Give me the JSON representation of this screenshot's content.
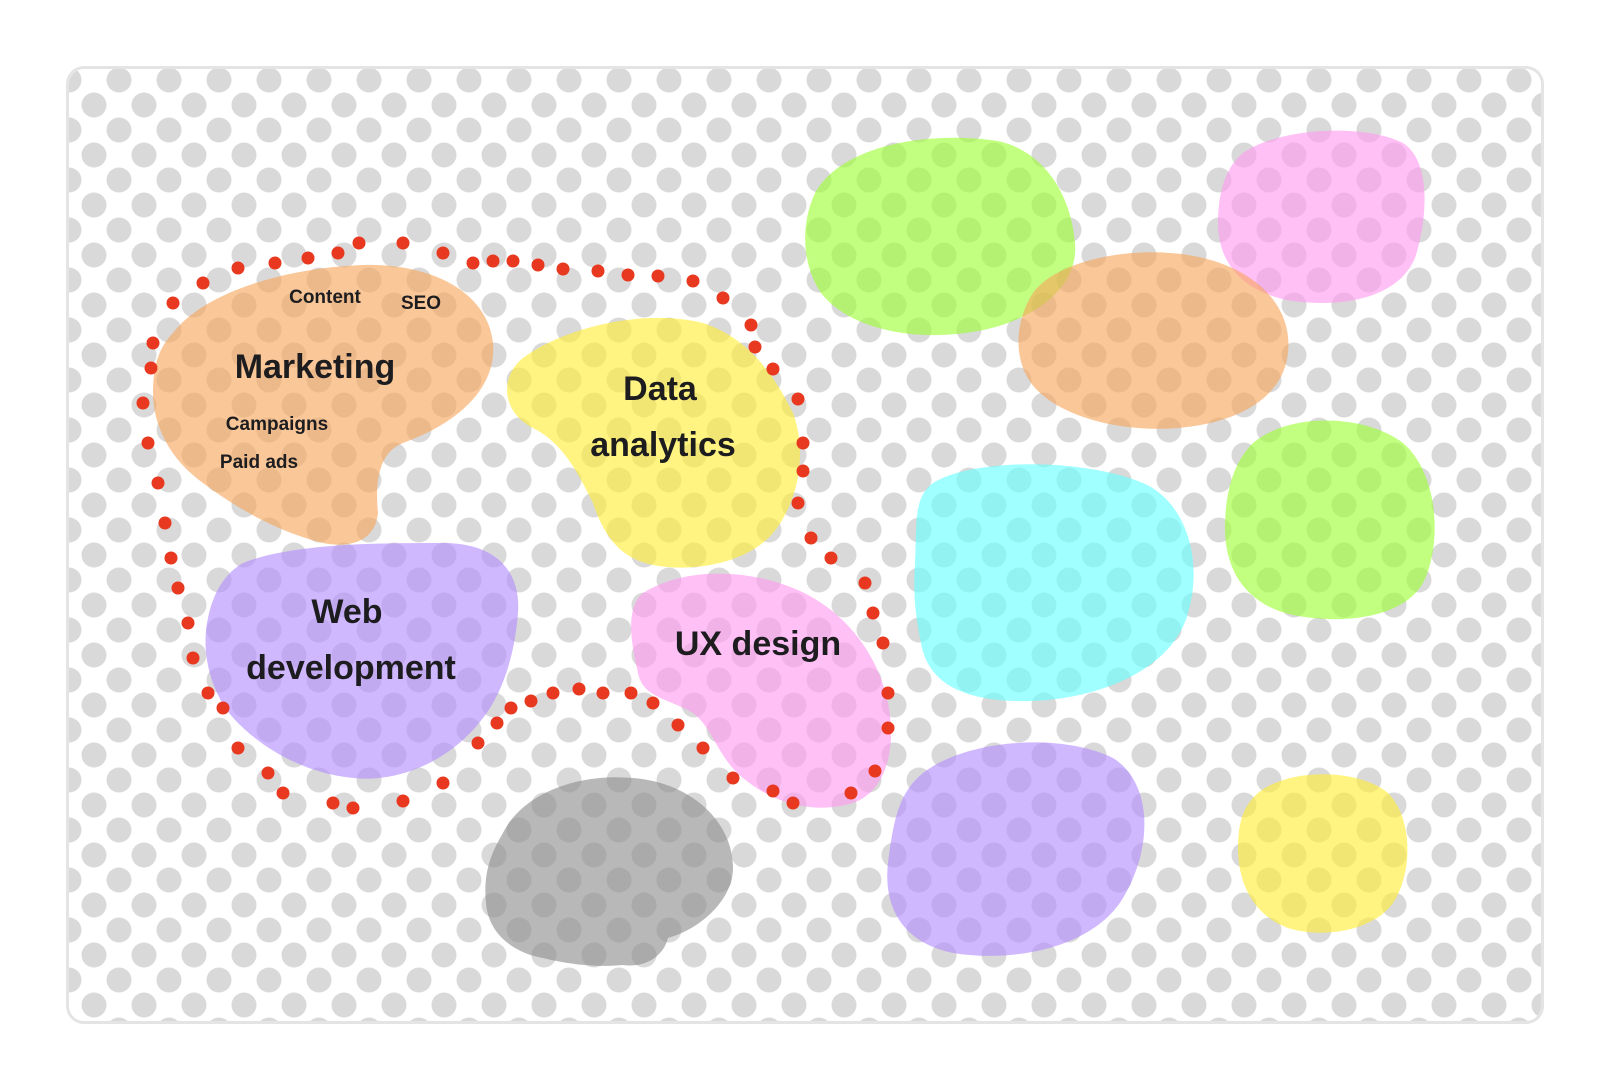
{
  "clusters": {
    "marketing": {
      "title": "Marketing",
      "subtopics": [
        "Content",
        "SEO",
        "Campaigns",
        "Paid ads"
      ],
      "color": "#f7a55a"
    },
    "data_analytics": {
      "title_line1": "Data",
      "title_line2": "analytics",
      "color": "#ffee33"
    },
    "web_development": {
      "title_line1": "Web",
      "title_line2": "development",
      "color": "#b38cff"
    },
    "ux_design": {
      "title": "UX design",
      "color": "#ff99f0"
    }
  },
  "unlabeled_blobs": [
    {
      "color": "#9cff33"
    },
    {
      "color": "#ff99f0"
    },
    {
      "color": "#f7a55a"
    },
    {
      "color": "#66ffff"
    },
    {
      "color": "#9cff33"
    },
    {
      "color": "#b38cff"
    },
    {
      "color": "#ffee33"
    },
    {
      "color": "#8c8c8c"
    }
  ],
  "palette": {
    "dot_grid": "#d9d9d9",
    "boundary_dots": "#e8381f",
    "border": "#e4e4e4"
  }
}
